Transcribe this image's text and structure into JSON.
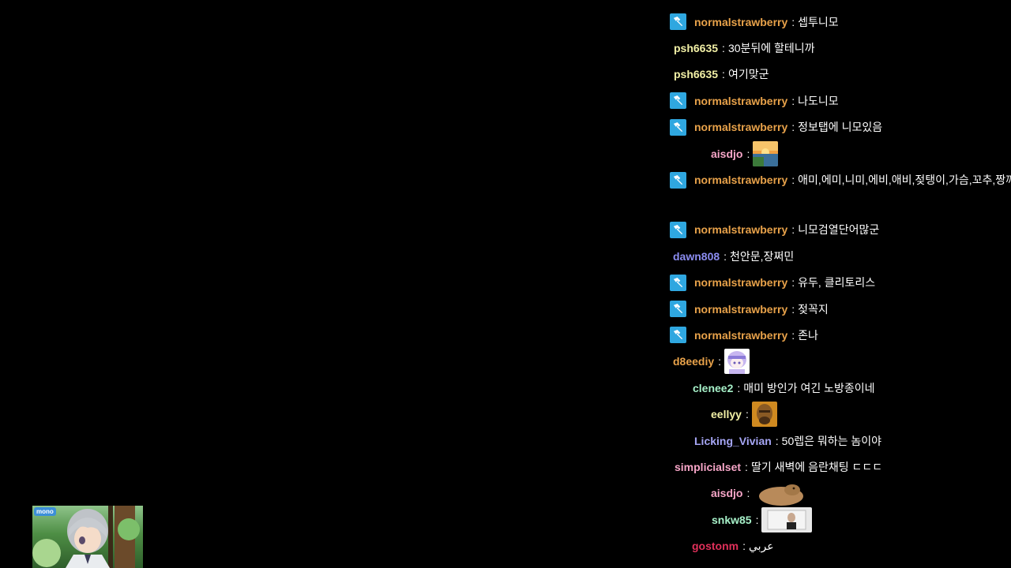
{
  "chat": {
    "messages": [
      {
        "user": "normalstrawberry",
        "mod": true,
        "text": "셉투니모",
        "color": "#e8a24a"
      },
      {
        "user": "psh6635",
        "mod": false,
        "text": "30분뒤에 할테니까",
        "color": "#f2f0a6"
      },
      {
        "user": "psh6635",
        "mod": false,
        "text": "여기맞군",
        "color": "#f2f0a6"
      },
      {
        "user": "normalstrawberry",
        "mod": true,
        "text": "나도니모",
        "color": "#e8a24a"
      },
      {
        "user": "normalstrawberry",
        "mod": true,
        "text": "정보탭에 니모있음",
        "color": "#e8a24a"
      },
      {
        "user": "aisdjo",
        "mod": false,
        "emote": "sunset-emote",
        "color": "#f7a6c8"
      },
      {
        "user": "normalstrawberry",
        "mod": true,
        "text": "애미,에미,니미,에비,애비,젖탱이,가슴,꼬추,짱깨",
        "color": "#e8a24a"
      },
      {
        "user": "normalstrawberry",
        "mod": true,
        "text": "니모검열단어많군",
        "color": "#e8a24a"
      },
      {
        "user": "dawn808",
        "mod": false,
        "text": "천안문,장쩌민",
        "color": "#8b8cf0"
      },
      {
        "user": "normalstrawberry",
        "mod": true,
        "text": "유두, 클리토리스",
        "color": "#e8a24a"
      },
      {
        "user": "normalstrawberry",
        "mod": true,
        "text": "젖꼭지",
        "color": "#e8a24a"
      },
      {
        "user": "normalstrawberry",
        "mod": true,
        "text": "존나",
        "color": "#e8a24a"
      },
      {
        "user": "d8eediy",
        "mod": false,
        "emote": "anime-girl-emote",
        "color": "#e8a24a"
      },
      {
        "user": "clenee2",
        "mod": false,
        "text": "매미 방인가 여긴 노방종이네",
        "color": "#a6f0c8"
      },
      {
        "user": "eellyy",
        "mod": false,
        "emote": "face-emote",
        "color": "#f2f0a6"
      },
      {
        "user": "Licking_Vivian",
        "mod": false,
        "text": "50렙은 뭐하는 놈이야",
        "color": "#a6a6f5"
      },
      {
        "user": "simplicialset",
        "mod": false,
        "text": "딸기 새벽에 음란채팅 ㄷㄷㄷ",
        "color": "#f7a6c8"
      },
      {
        "user": "aisdjo",
        "mod": false,
        "emote": "capybara-emote",
        "color": "#f7a6c8"
      },
      {
        "user": "snkw85",
        "mod": false,
        "emote": "person-photo-emote",
        "color": "#a6f0c8"
      },
      {
        "user": "gostonm",
        "mod": false,
        "text": "عربي",
        "color": "#e0305a"
      }
    ]
  },
  "thumbnail": {
    "logo": "mono"
  }
}
